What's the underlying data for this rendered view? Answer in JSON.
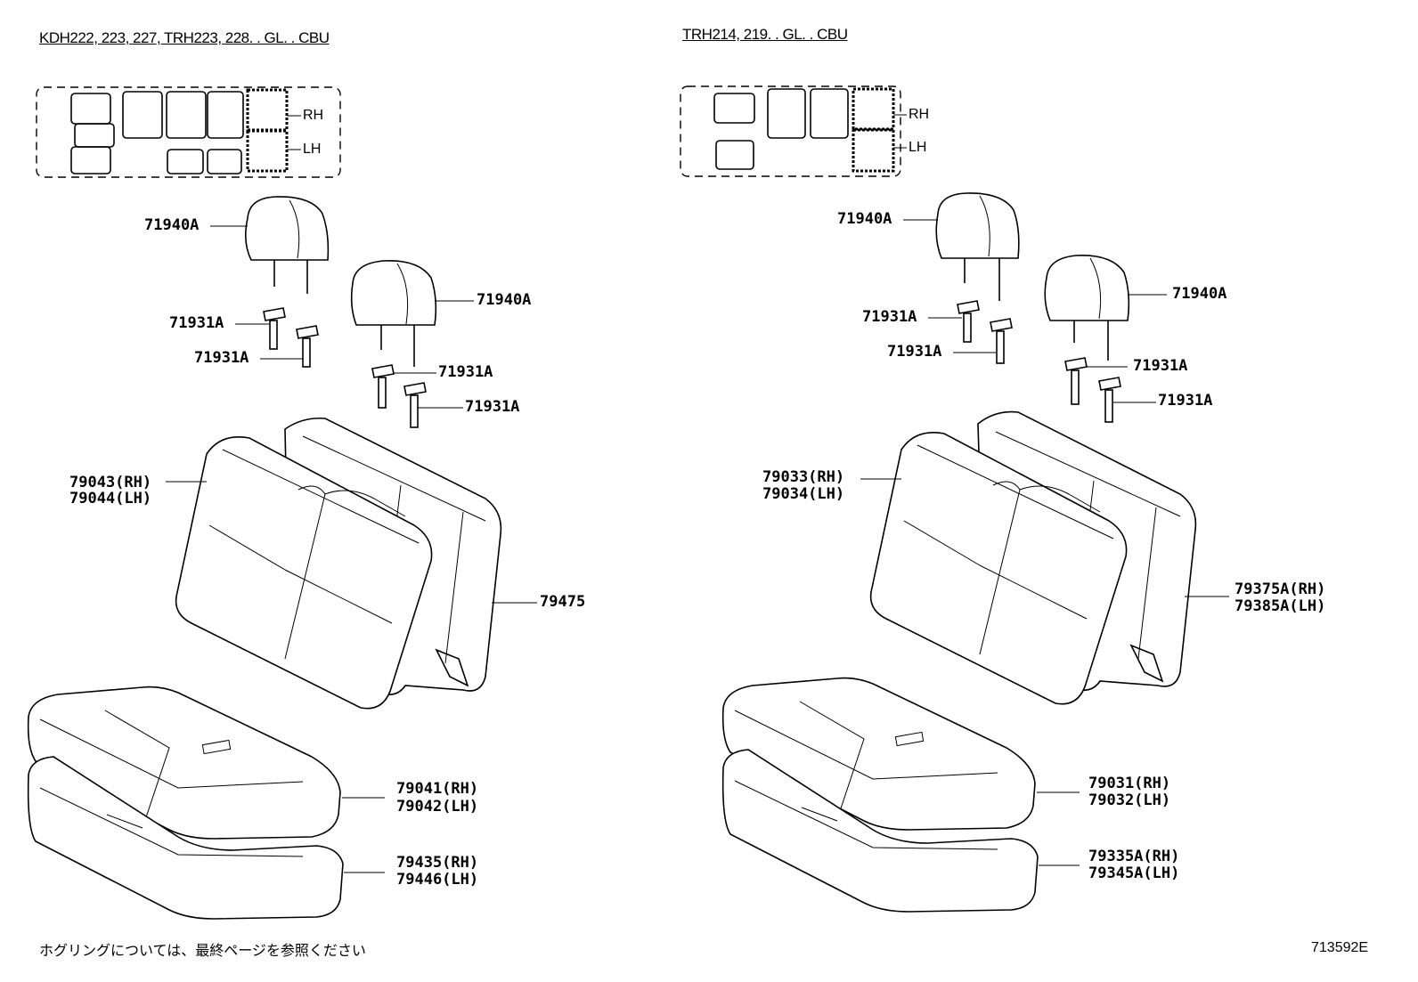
{
  "left_panel": {
    "model_title": "KDH222, 223, 227, TRH223, 228. . GL. . CBU",
    "side_rh": "RH",
    "side_lh": "LH",
    "labels": {
      "headrest_upper": "71940A",
      "headrest_right": "71940A",
      "support_a": "71931A",
      "support_b": "71931A",
      "support_c": "71931A",
      "support_d": "71931A",
      "back_cover_rh": "79043(RH)",
      "back_cover_lh": "79044(LH)",
      "back_pad": "79475",
      "cushion_cover_rh": "79041(RH)",
      "cushion_cover_lh": "79042(LH)",
      "cushion_pad_rh": "79435(RH)",
      "cushion_pad_lh": "79446(LH)"
    }
  },
  "right_panel": {
    "model_title": "TRH214, 219. . GL. . CBU",
    "side_rh": "RH",
    "side_lh": "LH",
    "labels": {
      "headrest_upper": "71940A",
      "headrest_right": "71940A",
      "support_a": "71931A",
      "support_b": "71931A",
      "support_c": "71931A",
      "support_d": "71931A",
      "back_cover_rh": "79033(RH)",
      "back_cover_lh": "79034(LH)",
      "back_pad_rh": "79375A(RH)",
      "back_pad_lh": "79385A(LH)",
      "cushion_cover_rh": "79031(RH)",
      "cushion_cover_lh": "79032(LH)",
      "cushion_pad_rh": "79335A(RH)",
      "cushion_pad_lh": "79345A(LH)"
    }
  },
  "footer": {
    "note": "ホグリングについては、最終ページを参照ください",
    "illustration_code": "713592E"
  }
}
